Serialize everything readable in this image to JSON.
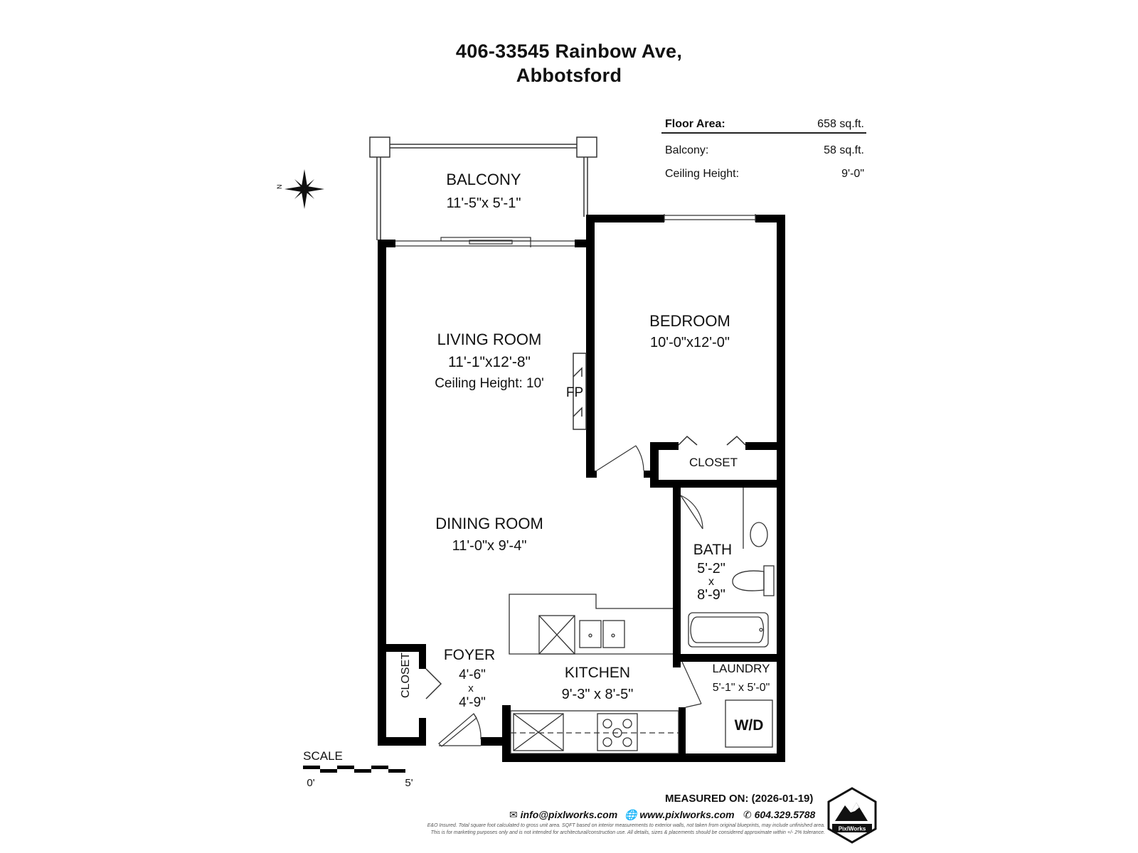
{
  "title": {
    "line1": "406-33545 Rainbow Ave,",
    "line2": "Abbotsford"
  },
  "stats": {
    "floor_area_label": "Floor Area:",
    "floor_area_value": "658 sq.ft.",
    "balcony_label": "Balcony:",
    "balcony_value": "58 sq.ft.",
    "ceiling_label": "Ceiling Height:",
    "ceiling_value": "9'-0\""
  },
  "compass": {
    "letter": "N",
    "icon": "north-arrow-icon"
  },
  "rooms": {
    "balcony": {
      "name": "BALCONY",
      "dims": "11'-5\"x  5'-1\""
    },
    "living": {
      "name": "LIVING ROOM",
      "dims": "11'-1\"x12'-8\"",
      "note": "Ceiling Height: 10'"
    },
    "fireplace": "FP",
    "bedroom": {
      "name": "BEDROOM",
      "dims": "10'-0\"x12'-0\""
    },
    "bed_closet": "CLOSET",
    "dining": {
      "name": "DINING ROOM",
      "dims": "11'-0\"x  9'-4\""
    },
    "bath": {
      "name": "BATH",
      "dim1": "5'-2\"",
      "x": "x",
      "dim2": "8'-9\""
    },
    "foyer": {
      "name": "FOYER",
      "dim1": "4'-6\"",
      "x": "x",
      "dim2": "4'-9\""
    },
    "foyer_closet": "CLOSET",
    "kitchen": {
      "name": "KITCHEN",
      "dims": "9'-3\"  x  8'-5\""
    },
    "laundry": {
      "name": "LAUNDRY",
      "dims": "5'-1\" x 5'-0\""
    },
    "wd": "W/D"
  },
  "scale": {
    "label": "SCALE",
    "start": "0'",
    "end": "5'"
  },
  "footer": {
    "measured": "MEASURED ON: (2026-01-19)",
    "email": "info@pixlworks.com",
    "web": "www.pixlworks.com",
    "phone": "604.329.5788",
    "logo_text": "PixlWorks",
    "fine1": "E&O Insured.  Total square foot calculated to gross unit area. SQFT based on interior measurements to exterior walls, not taken from original blueprints, may include unfinished area.",
    "fine2": "This is for marketing purposes only and is not intended for architectural/construction use.  All details, sizes & placements should be considered approximate within +/- 2% tolerance."
  }
}
